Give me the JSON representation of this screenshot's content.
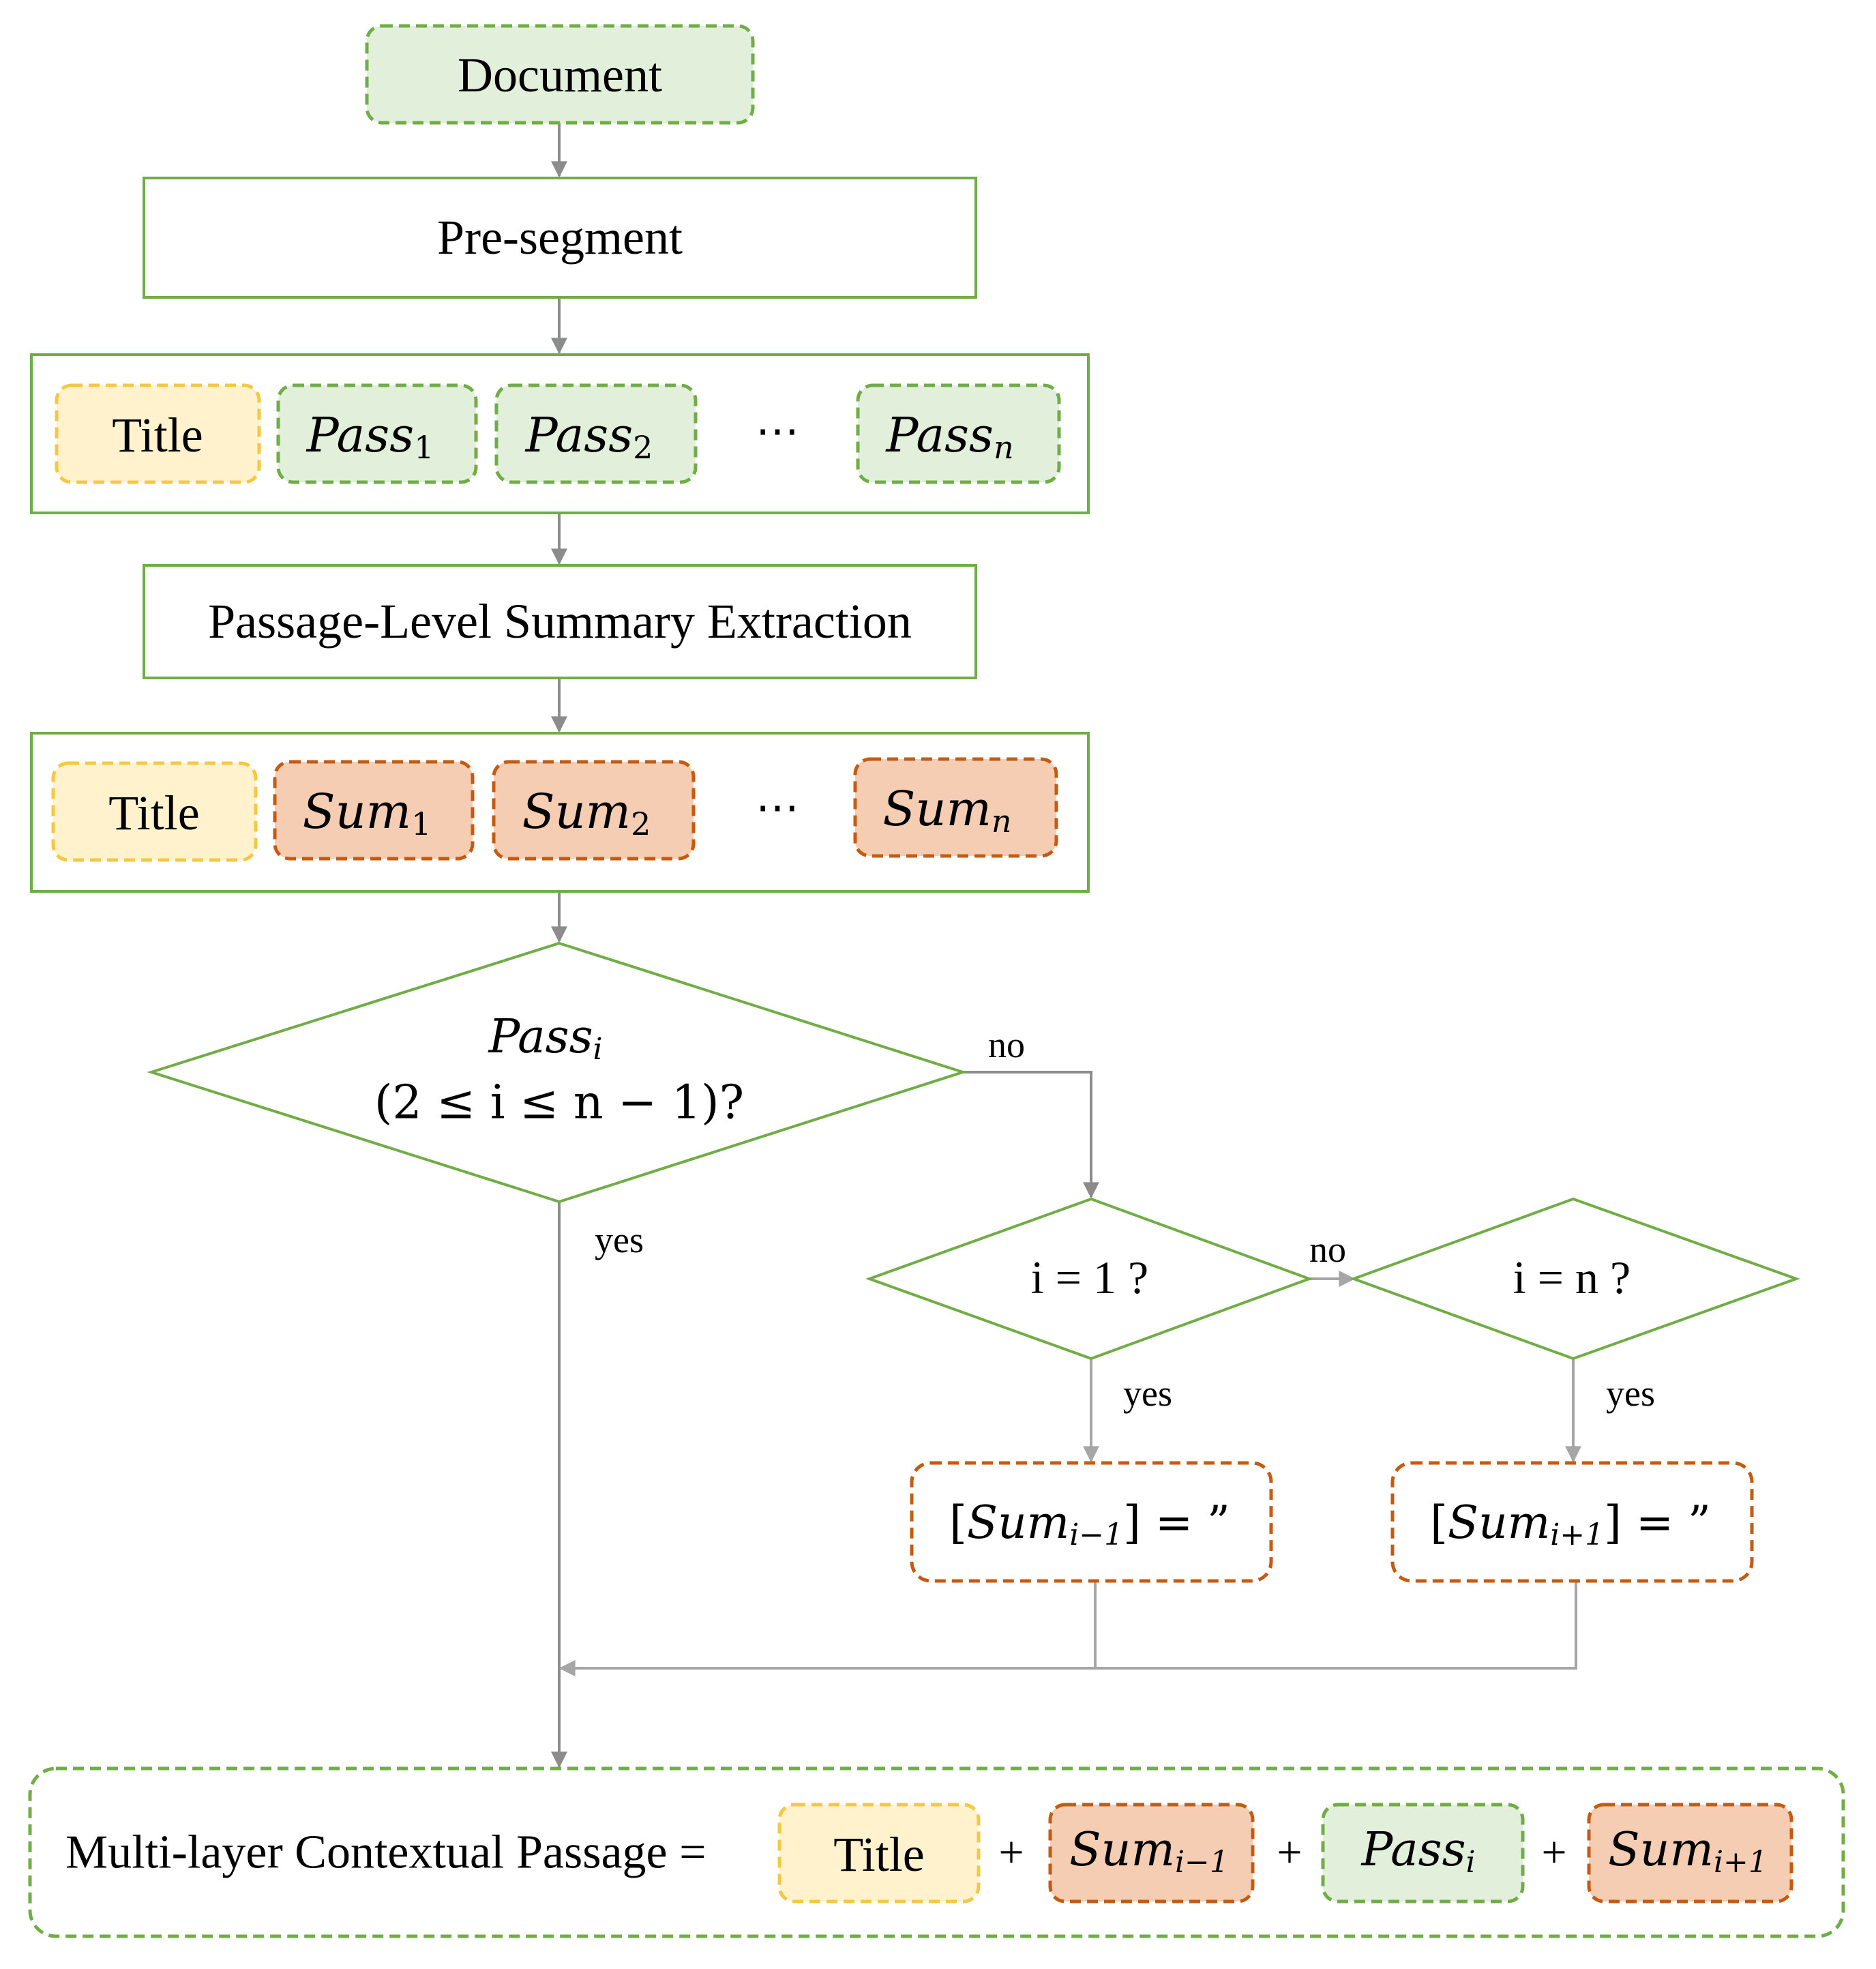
{
  "document": {
    "label": "Document"
  },
  "pre_segment": {
    "label": "Pre-segment"
  },
  "passage_row": {
    "title": "Title",
    "items": [
      {
        "base": "Pass",
        "sub": "1"
      },
      {
        "base": "Pass",
        "sub": "2"
      },
      {
        "base": "Pass",
        "sub": "n"
      }
    ],
    "ellipsis": "⋯"
  },
  "summary_extraction": {
    "label": "Passage-Level Summary Extraction"
  },
  "summary_row": {
    "title": "Title",
    "items": [
      {
        "base": "Sum",
        "sub": "1"
      },
      {
        "base": "Sum",
        "sub": "2"
      },
      {
        "base": "Sum",
        "sub": "n"
      }
    ],
    "ellipsis": "⋯"
  },
  "decision_main": {
    "line1_base": "Pass",
    "line1_sub": "i",
    "line2": "(2 ≤ i ≤ n − 1)?"
  },
  "labels": {
    "no": "no",
    "yes": "yes"
  },
  "decision_first": {
    "label": "i = 1 ?"
  },
  "decision_last": {
    "label": "i = n ?"
  },
  "empty_prev": {
    "open": "[",
    "base": "Sum",
    "sub": "i−1",
    "close": "] = ”"
  },
  "empty_next": {
    "open": "[",
    "base": "Sum",
    "sub": "i+1",
    "close": "] = ”"
  },
  "result": {
    "label": "Multi-layer Contextual Passage =",
    "title": "Title",
    "plus": "+",
    "sum_prev": {
      "base": "Sum",
      "sub": "i−1"
    },
    "pass": {
      "base": "Pass",
      "sub": "i"
    },
    "sum_next": {
      "base": "Sum",
      "sub": "i+1"
    }
  },
  "colors": {
    "green_stroke": "#70ad47",
    "green_fill": "#e2efda",
    "yellow_stroke": "#f4c842",
    "yellow_fill": "#fff2cc",
    "orange_stroke": "#c55a11",
    "orange_fill": "#f4cdb3",
    "arrow": "#8c8c8c"
  }
}
